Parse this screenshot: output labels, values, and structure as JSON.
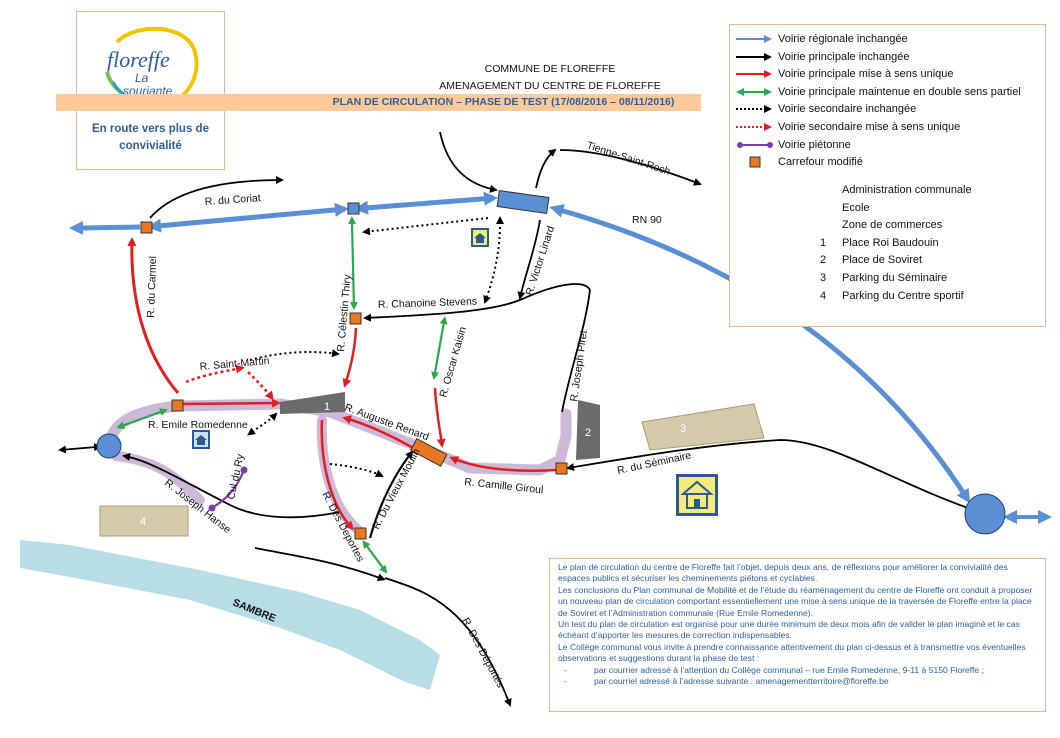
{
  "logo": {
    "brand": "floreffe",
    "tagline_1": "La",
    "tagline_2": "souriante",
    "slogan": "En route vers plus de convivialité"
  },
  "header": {
    "line1": "COMMUNE DE FLOREFFE",
    "line2": "AMENAGEMENT DU CENTRE DE FLOREFFE",
    "line3": "PLAN DE CIRCULATION – PHASE DE TEST (17/08/2016 – 08/11/2016)"
  },
  "legend": {
    "items": [
      {
        "label": "Voirie régionale inchangée",
        "symbol": "arrow",
        "color": "#5b8fd4",
        "style": "solid"
      },
      {
        "label": "Voirie principale inchangée",
        "symbol": "arrow",
        "color": "#000000",
        "style": "solid"
      },
      {
        "label": "Voirie principale mise à sens unique",
        "symbol": "arrow",
        "color": "#e02020",
        "style": "solid"
      },
      {
        "label": "Voirie principale maintenue en double sens partiel",
        "symbol": "double-arrow",
        "color": "#2aa84a",
        "style": "solid"
      },
      {
        "label": "Voirie secondaire inchangée",
        "symbol": "arrow",
        "color": "#000000",
        "style": "dotted"
      },
      {
        "label": "Voirie secondaire mise à sens unique",
        "symbol": "arrow",
        "color": "#e02020",
        "style": "dotted"
      },
      {
        "label": "Voirie piétonne",
        "symbol": "pedestrian",
        "color": "#7a3fa8",
        "style": "solid"
      },
      {
        "label": "Carrefour modifié",
        "symbol": "square",
        "color": "#e87722",
        "style": "solid"
      }
    ],
    "items2": [
      {
        "label": "Administration  communale",
        "symbol": "admin-icon"
      },
      {
        "label": "Ecole",
        "symbol": "school-icon"
      },
      {
        "label": "Zone de commerces",
        "symbol": "commerce-band"
      },
      {
        "num": "1",
        "label": "Place Roi Baudouin"
      },
      {
        "num": "2",
        "label": "Place de Soviret"
      },
      {
        "num": "3",
        "label": "Parking du Séminaire"
      },
      {
        "num": "4",
        "label": "Parking du Centre sportif"
      }
    ]
  },
  "map": {
    "streets": {
      "coriat": "R. du Coriat",
      "carmel": "R. du Carmel",
      "celestin": "R. Célestin Thiry",
      "chanoine": "R. Chanoine Stevens",
      "victor": "R. Victor Linard",
      "tienne": "Tienne-Saint-Roch",
      "rn90": "RN 90",
      "saint_martin": "R. Saint-Martin",
      "romedenne": "R. Emile Romedenne",
      "auguste": "R. Auguste Renard",
      "oscar": "R. Oscar Kaisin",
      "piret": "R. Joseph Piret",
      "seminaire": "R. du Séminaire",
      "giroul": "R. Camille Giroul",
      "vieux_moulin": "R. Du Vieux Moulin",
      "deportes1": "R. Des Deportes",
      "deportes2": "R. Des Déportés",
      "cul_du_ry": "Cul du Ry",
      "hanse": "R. Joseph Hanse",
      "sambre": "SAMBRE"
    },
    "places": {
      "p1": "1",
      "p2": "2",
      "p3": "3",
      "p4": "4"
    }
  },
  "info": {
    "paragraphs": [
      "Le plan de circulation du centre de Floreffe fait l’objet, depuis deux ans, de réflexions pour améliorer la convivialité des espaces publics et sécuriser les cheminements piétons et cyclables.",
      "Les conclusions du Plan communal de Mobilité et de l’étude du réaménagement du centre de Floreffe ont conduit à proposer un nouveau plan de circulation comportant essentiellement une mise à sens unique de la traversée de Floreffe entre la place de Soviret et l’Administration communale (Rue Emile Romedenne).",
      "Un test du plan de circulation est organisé pour une durée minimum de deux mois afin de valider le plan imaginé et le cas échéant d’apporter les mesures de correction indispensables.",
      "Le Collège communal vous invite à prendre connaissance attentivement du plan ci-dessus et à transmettre vos éventuelles observations et suggestions durant la phase de test :"
    ],
    "bullets": [
      "par courrier adressé à l’attention du Collège communal – rue Emile Romedenne, 9-11 à 5150 Floreffe ;",
      "par courriel adressé à l’adresse suivante : amenagementterritoire@floreffe.be"
    ],
    "bullet_mark": "-"
  },
  "colors": {
    "regional": "#5b8fd4",
    "principal": "#000000",
    "one_way": "#e02020",
    "two_way": "#2aa84a",
    "pedestrian": "#7a3fa8",
    "junction": "#e87722",
    "commerce": "#cdb8d8",
    "river": "#b9dde6",
    "parking": "#d4caa9",
    "place": "#6b6b6b"
  }
}
